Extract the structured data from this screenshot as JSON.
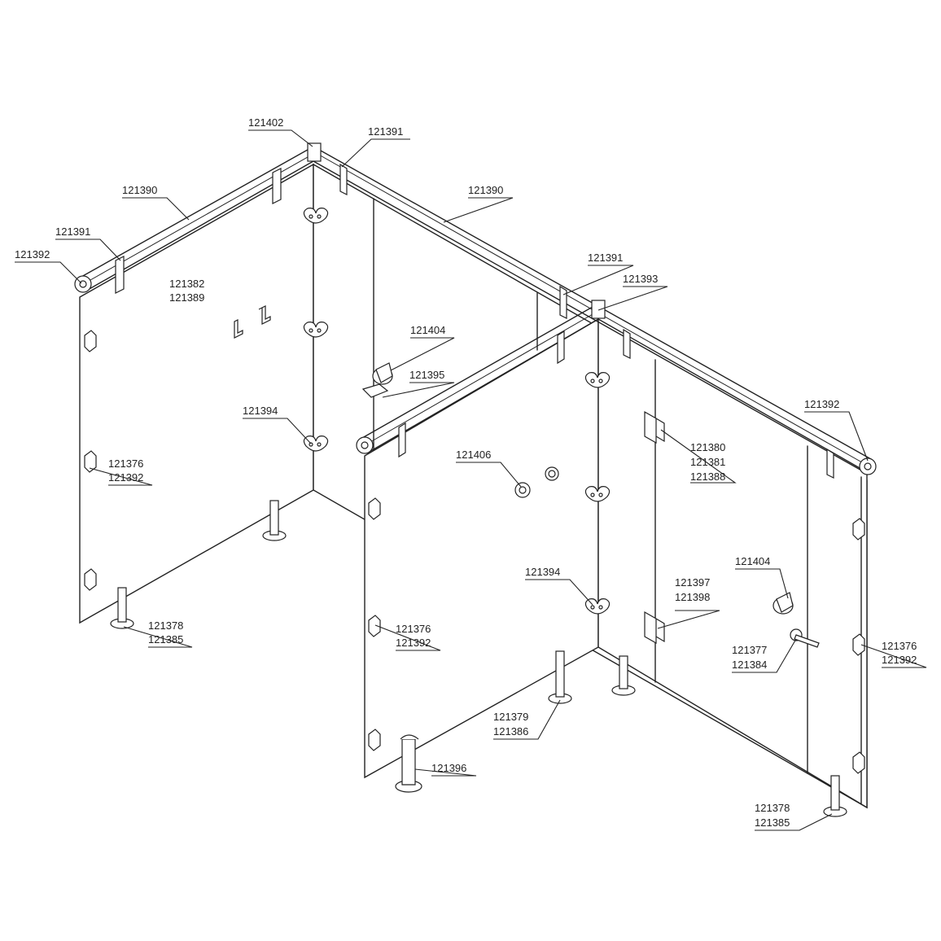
{
  "labels": [
    {
      "id": "l-121402",
      "lines": [
        "121402"
      ]
    },
    {
      "id": "l-121391-a",
      "lines": [
        "121391"
      ]
    },
    {
      "id": "l-121390-a",
      "lines": [
        "121390"
      ]
    },
    {
      "id": "l-121390-b",
      "lines": [
        "121390"
      ]
    },
    {
      "id": "l-121391-b",
      "lines": [
        "121391"
      ]
    },
    {
      "id": "l-121392-a",
      "lines": [
        "121392"
      ]
    },
    {
      "id": "l-121382",
      "lines": [
        "121382",
        "121389"
      ]
    },
    {
      "id": "l-121391-c",
      "lines": [
        "121391"
      ]
    },
    {
      "id": "l-121393",
      "lines": [
        "121393"
      ]
    },
    {
      "id": "l-121404-a",
      "lines": [
        "121404"
      ]
    },
    {
      "id": "l-121395",
      "lines": [
        "121395"
      ]
    },
    {
      "id": "l-121394-a",
      "lines": [
        "121394"
      ]
    },
    {
      "id": "l-121392-b",
      "lines": [
        "121392"
      ]
    },
    {
      "id": "l-121376-a",
      "lines": [
        "121376",
        "121392"
      ]
    },
    {
      "id": "l-121380",
      "lines": [
        "121380",
        "121381",
        "121388"
      ]
    },
    {
      "id": "l-121406",
      "lines": [
        "121406"
      ]
    },
    {
      "id": "l-121378-a",
      "lines": [
        "121378",
        "121385"
      ]
    },
    {
      "id": "l-121404-b",
      "lines": [
        "121404"
      ]
    },
    {
      "id": "l-121394-b",
      "lines": [
        "121394"
      ]
    },
    {
      "id": "l-121397",
      "lines": [
        "121397",
        "121398"
      ]
    },
    {
      "id": "l-121376-b",
      "lines": [
        "121376",
        "121392"
      ]
    },
    {
      "id": "l-121377",
      "lines": [
        "121377",
        "121384"
      ]
    },
    {
      "id": "l-121376-c",
      "lines": [
        "121376",
        "121392"
      ]
    },
    {
      "id": "l-121379",
      "lines": [
        "121379",
        "121386"
      ]
    },
    {
      "id": "l-121396",
      "lines": [
        "121396"
      ]
    },
    {
      "id": "l-121378-b",
      "lines": [
        "121378",
        "121385"
      ]
    }
  ]
}
